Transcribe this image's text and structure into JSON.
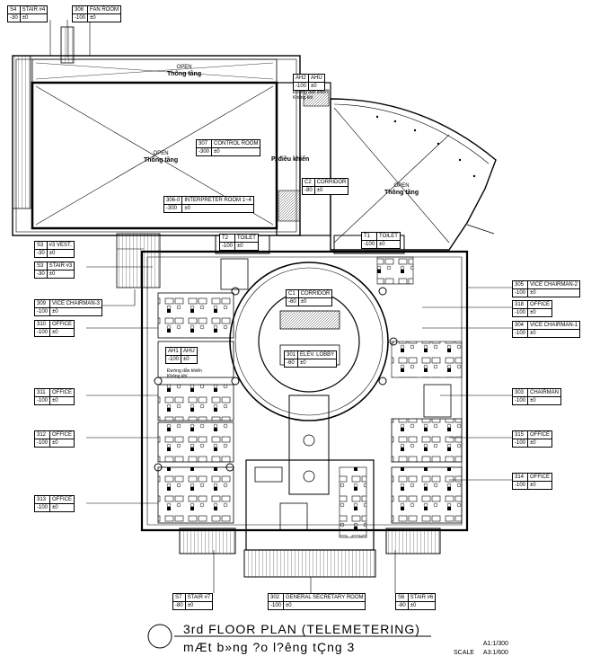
{
  "plan": {
    "title": "3rd FLOOR PLAN (TELEMETERING)",
    "subtitle": "mÆt b»ng ?o l?êng tÇng 3",
    "scale_label": "SCALE",
    "scale_a1": "A1:1/300",
    "scale_a3": "A3:1/600"
  },
  "open_labels": [
    {
      "en": "OPEN",
      "vn": "Thông tầng"
    },
    {
      "en": "OPEN",
      "vn": "Thông tầng"
    },
    {
      "en": "OPEN",
      "vn": "Thông tầng"
    }
  ],
  "control_label": "P. điều khiển",
  "notes": {
    "ahu_note": "Đường dẫn khiển\nKhông khí",
    "ahu_note2": "Đường dẫn khiển\nKhông khí"
  },
  "rooms": [
    {
      "id": "stair4",
      "num": "S4",
      "name": "STAIR #4",
      "level": "-30",
      "elev": "±0"
    },
    {
      "id": "fanroom",
      "num": "308",
      "name": "FAN ROOM",
      "level": "-100",
      "elev": "±0"
    },
    {
      "id": "ahu2",
      "num": "AH2",
      "name": "AHU",
      "level": "-100",
      "elev": "±0"
    },
    {
      "id": "control",
      "num": "307",
      "name": "CONTROL ROOM",
      "level": "-300",
      "elev": "±0"
    },
    {
      "id": "corridor2",
      "num": "C2",
      "name": "CORRIDOR",
      "level": "-80",
      "elev": "±0"
    },
    {
      "id": "interpreter",
      "num": "306-0",
      "name": "INTERPRETER ROOM 1~4",
      "level": "-300",
      "elev": "±0"
    },
    {
      "id": "toiletT2",
      "num": "T2",
      "name": "TOILET",
      "level": "-100",
      "elev": "±0"
    },
    {
      "id": "toiletT1",
      "num": "T1",
      "name": "TOILET",
      "level": "-100",
      "elev": "±0"
    },
    {
      "id": "vest3",
      "num": "S3",
      "name": "#3 VEST.",
      "level": "-30",
      "elev": "±0"
    },
    {
      "id": "stair3",
      "num": "S3",
      "name": "STAIR #3",
      "level": "-30",
      "elev": "±0"
    },
    {
      "id": "vc3",
      "num": "309",
      "name": "VICE CHAIRMAN-3",
      "level": "-100",
      "elev": "±0"
    },
    {
      "id": "office310",
      "num": "310",
      "name": "OFFICE",
      "level": "-100",
      "elev": "±0"
    },
    {
      "id": "corridor1",
      "num": "C1",
      "name": "CORRIDOR",
      "level": "-60",
      "elev": "±0"
    },
    {
      "id": "vc2",
      "num": "305",
      "name": "VICE CHAIRMAN-2",
      "level": "-100",
      "elev": "±0"
    },
    {
      "id": "office318",
      "num": "318",
      "name": "OFFICE",
      "level": "-100",
      "elev": "±0"
    },
    {
      "id": "vc1",
      "num": "304",
      "name": "VICE CHAIRMAN-1",
      "level": "-100",
      "elev": "±0"
    },
    {
      "id": "ahu1",
      "num": "AH1",
      "name": "AHU",
      "level": "-100",
      "elev": "±0"
    },
    {
      "id": "lobby",
      "num": "301",
      "name": "ELEV. LOBBY",
      "level": "-60",
      "elev": "±0"
    },
    {
      "id": "office311",
      "num": "311",
      "name": "OFFICE",
      "level": "-100",
      "elev": "±0"
    },
    {
      "id": "chairman",
      "num": "303",
      "name": "CHAIRMAN",
      "level": "-100",
      "elev": "±0"
    },
    {
      "id": "office312",
      "num": "312",
      "name": "OFFICE",
      "level": "-100",
      "elev": "±0"
    },
    {
      "id": "office315",
      "num": "315",
      "name": "OFFICE",
      "level": "-100",
      "elev": "±0"
    },
    {
      "id": "office314",
      "num": "314",
      "name": "OFFICE",
      "level": "-100",
      "elev": "±0"
    },
    {
      "id": "office313",
      "num": "313",
      "name": "OFFICE",
      "level": "-100",
      "elev": "±0"
    },
    {
      "id": "stair7",
      "num": "S7",
      "name": "STAIR #7",
      "level": "-80",
      "elev": "±0"
    },
    {
      "id": "gensec",
      "num": "302",
      "name": "GENERAL SECRETARY ROOM",
      "level": "-100",
      "elev": "±0"
    },
    {
      "id": "stair6",
      "num": "S6",
      "name": "STAIR #6",
      "level": "-80",
      "elev": "±0"
    }
  ]
}
